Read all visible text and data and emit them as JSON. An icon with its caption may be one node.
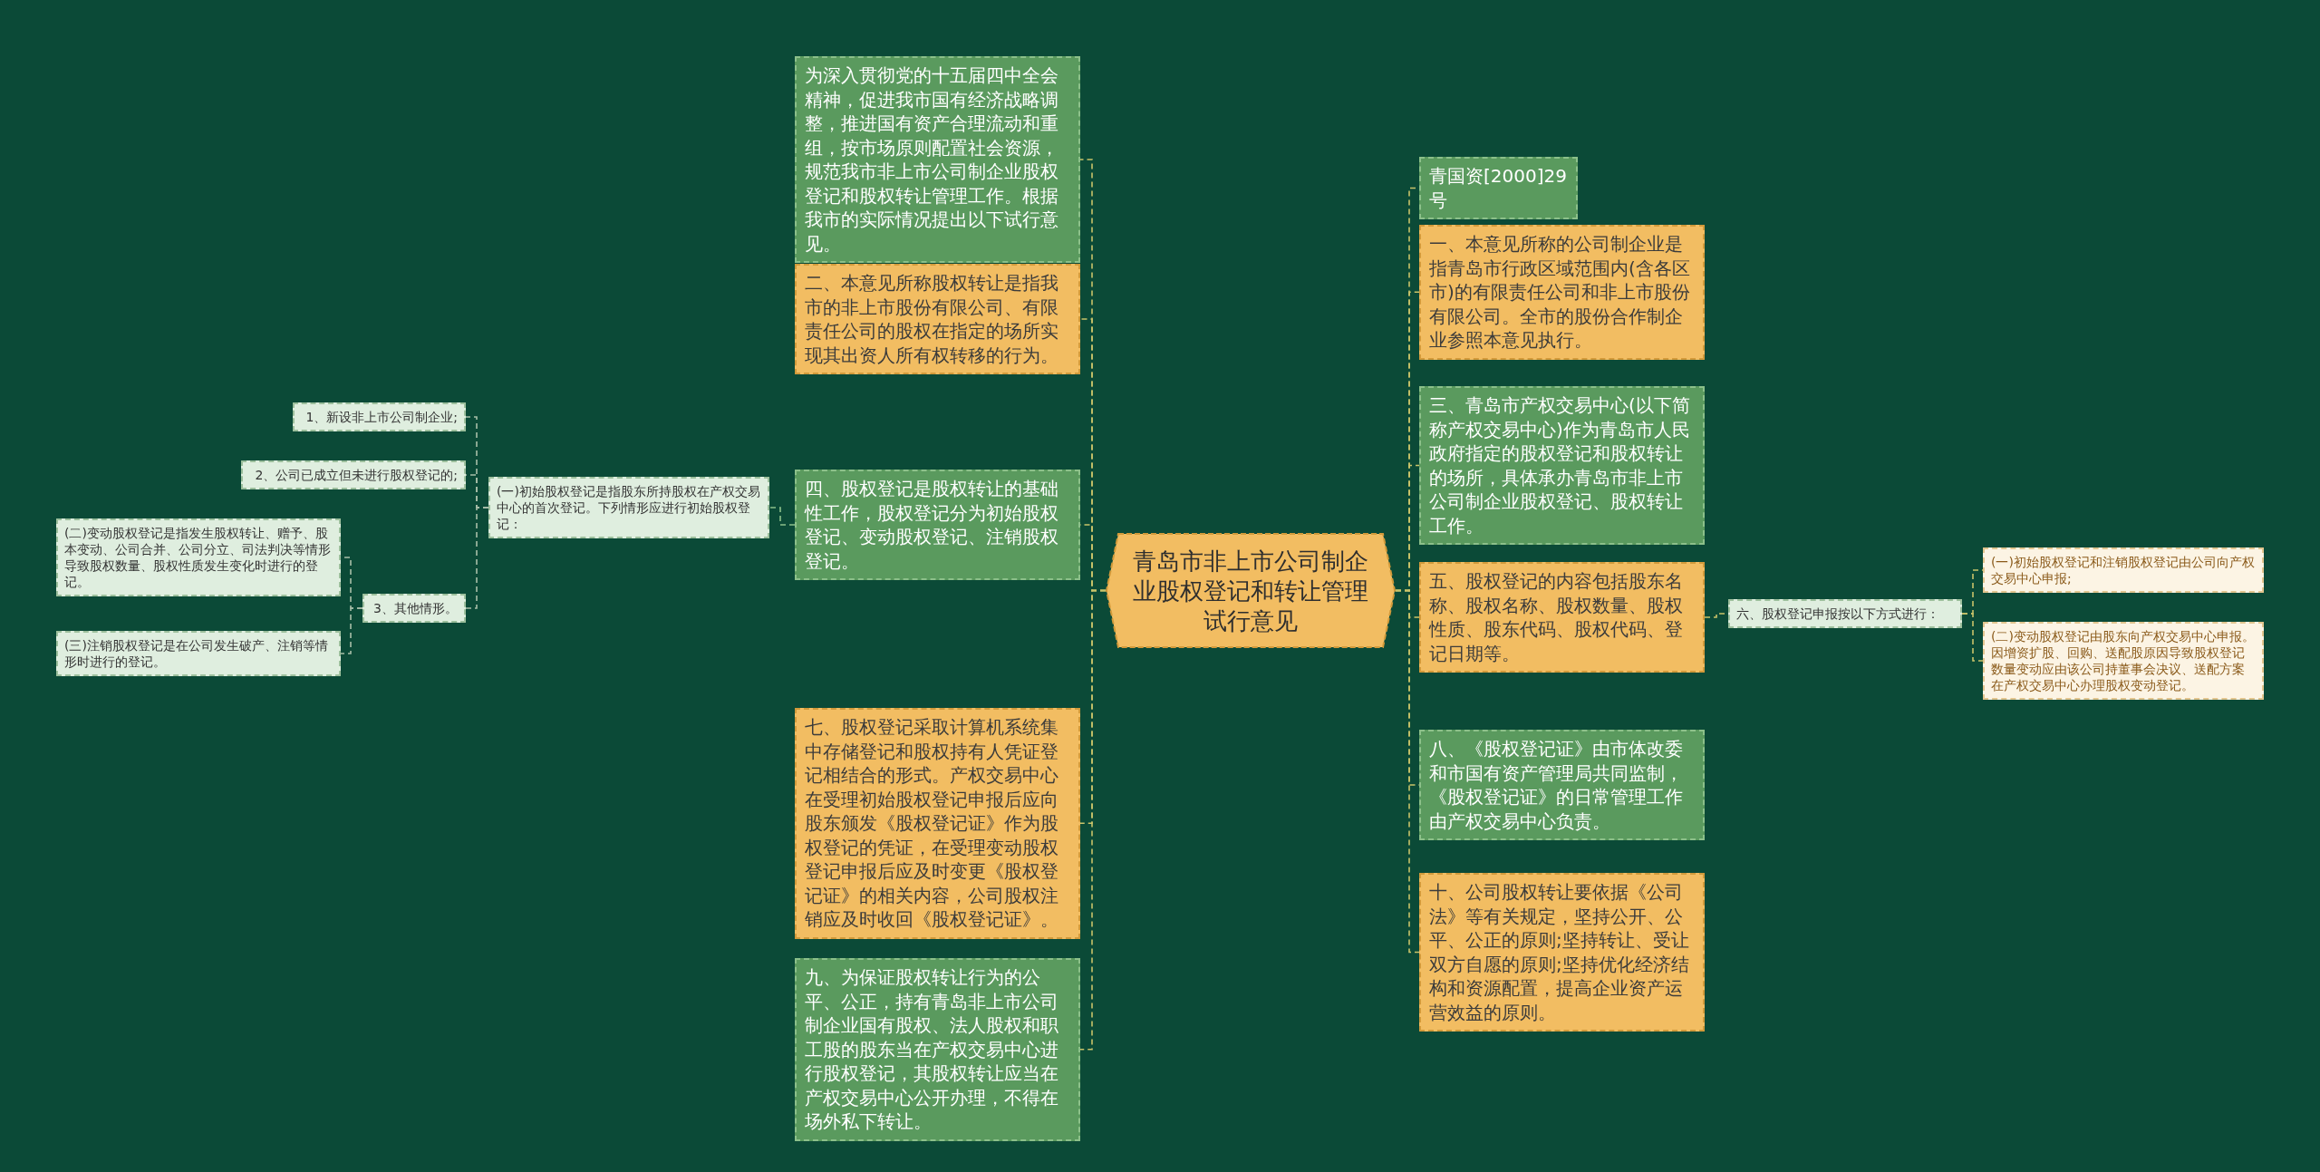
{
  "diagram": {
    "nodes": [
      {
        "text": [
          "青岛市非上市公司制企业股权登记和转让管理试行意见"
        ]
      },
      {
        "text": [
          "为深入贯彻党的十五届四中全会精神，促进我市国有经济战略调整，推进国有资产合理流动和重组，按市场原则配置社会资源，规范我市非上市公司制企业股权登记和股权转让管理工作。根据我市的实际情况提出以下试行意见。"
        ]
      },
      {
        "text": [
          "二、本意见所称股权转让是指我市的非上市股份有限公司、有限责任公司的股权在指定的场所实现其出资人所有权转移的行为。"
        ]
      },
      {
        "text": [
          "四、股权登记是股权转让的基础性工作，股权登记分为初始股权登记、变动股权登记、注销股权登记。"
        ]
      },
      {
        "text": [
          "七、股权登记采取计算机系统集中存储登记和股权持有人凭证登记相结合的形式。产权交易中心在受理初始股权登记申报后应向股东颁发《股权登记证》作为股权登记的凭证，在受理变动股权登记申报后应及时变更《股权登记证》的相关内容，公司股权注销应及时收回《股权登记证》。"
        ]
      },
      {
        "text": [
          "九、为保证股权转让行为的公平、公正，持有青岛非上市公司制企业国有股权、法人股权和职工股的股东当在产权交易中心进行股权登记，其股权转让应当在产权交易中心公开办理，不得在场外私下转让。"
        ]
      },
      {
        "text": [
          "(一)初始股权登记是指股东所持股权在产权交易中心的首次登记。下列情形应进行初始股权登记："
        ]
      },
      {
        "text": [
          "1、新设非上市公司制企业;"
        ]
      },
      {
        "text": [
          "2、公司已成立但未进行股权登记的;"
        ]
      },
      {
        "text": [
          "3、其他情形。"
        ]
      },
      {
        "text": [
          "(二)变动股权登记是指发生股权转让、赠予、股本变动、公司合并、公司分立、司法判决等情形导致股权数量、股权性质发生变化时进行的登记。"
        ]
      },
      {
        "text": [
          "(三)注销股权登记是在公司发生破产、注销等情形时进行的登记。"
        ]
      },
      {
        "text": [
          "青国资[2000]29号"
        ]
      },
      {
        "text": [
          "一、本意见所称的公司制企业是指青岛市行政区域范围内(含各区市)的有限责任公司和非上市股份有限公司。全市的股份合作制企业参照本意见执行。"
        ]
      },
      {
        "text": [
          "三、青岛市产权交易中心(以下简称产权交易中心)作为青岛市人民政府指定的股权登记和股权转让的场所，具体承办青岛市非上市公司制企业股权登记、股权转让工作。"
        ]
      },
      {
        "text": [
          "五、股权登记的内容包括股东名称、股权名称、股权数量、股权性质、股东代码、股权代码、登记日期等。"
        ]
      },
      {
        "text": [
          "六、股权登记申报按以下方式进行："
        ]
      },
      {
        "text": [
          "(一)初始股权登记和注销股权登记由公司向产权交易中心申报;"
        ]
      },
      {
        "text": [
          "(二)变动股权登记由股东向产权交易中心申报。因增资扩股、回购、送配股原因导致股权登记数量变动应由该公司持董事会决议、送配方案在产权交易中心办理股权变动登记。"
        ]
      },
      {
        "text": [
          "八、《股权登记证》由市体改委和市国有资产管理局共同监制，《股权登记证》的日常管理工作由产权交易中心负责。"
        ]
      },
      {
        "text": [
          "十、公司股权转让要依据《公司法》等有关规定，坚持公开、公平、公正的原则;坚持转让、受让双方自愿的原则;坚持优化经济结构和资源配置，提高企业资产运营效益的原则。"
        ]
      }
    ],
    "edges": [
      {
        "from": 0,
        "to": 1,
        "arrow": "none",
        "style": "dashed"
      },
      {
        "from": 0,
        "to": 2,
        "arrow": "none",
        "style": "dashed"
      },
      {
        "from": 0,
        "to": 3,
        "arrow": "none",
        "style": "dashed"
      },
      {
        "from": 0,
        "to": 4,
        "arrow": "none",
        "style": "dashed"
      },
      {
        "from": 0,
        "to": 5,
        "arrow": "none",
        "style": "dashed"
      },
      {
        "from": 3,
        "to": 6,
        "arrow": "none",
        "style": "dashed"
      },
      {
        "from": 6,
        "to": 7,
        "arrow": "none",
        "style": "dashed"
      },
      {
        "from": 6,
        "to": 8,
        "arrow": "none",
        "style": "dashed"
      },
      {
        "from": 6,
        "to": 9,
        "arrow": "none",
        "style": "dashed"
      },
      {
        "from": 9,
        "to": 10,
        "arrow": "none",
        "style": "dashed"
      },
      {
        "from": 9,
        "to": 11,
        "arrow": "none",
        "style": "dashed"
      },
      {
        "from": 0,
        "to": 12,
        "arrow": "none",
        "style": "dashed"
      },
      {
        "from": 0,
        "to": 13,
        "arrow": "none",
        "style": "dashed"
      },
      {
        "from": 0,
        "to": 14,
        "arrow": "none",
        "style": "dashed"
      },
      {
        "from": 0,
        "to": 15,
        "arrow": "none",
        "style": "dashed"
      },
      {
        "from": 15,
        "to": 16,
        "arrow": "none",
        "style": "dashed"
      },
      {
        "from": 16,
        "to": 17,
        "arrow": "none",
        "style": "dashed"
      },
      {
        "from": 16,
        "to": 18,
        "arrow": "none",
        "style": "dashed"
      },
      {
        "from": 0,
        "to": 19,
        "arrow": "none",
        "style": "dashed"
      },
      {
        "from": 0,
        "to": 20,
        "arrow": "none",
        "style": "dashed"
      }
    ]
  }
}
